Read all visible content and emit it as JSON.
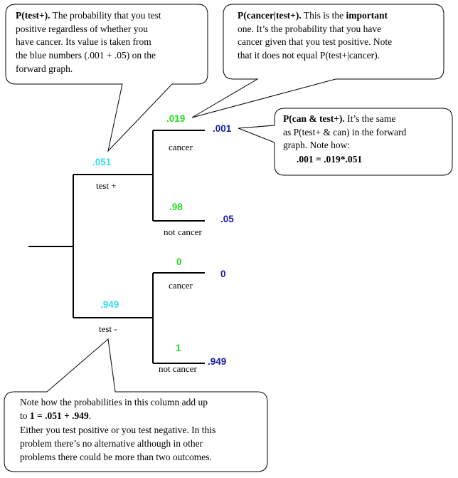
{
  "callouts": {
    "test_pos": {
      "bold": "P(test+).",
      "line1": " The probability that you test",
      "line2": "positive regardless of whether you",
      "line3": "have cancer. Its value is taken from",
      "line4": "the blue numbers (.001 + .05) on the",
      "line5": "forward graph."
    },
    "cancer_given": {
      "bold1": "P(cancer|test+).",
      "line1a": " This is the ",
      "bold2": "important",
      "line2": "one. It’s the probability that you have",
      "line3": "cancer given that you test positive. Note",
      "line4": "that it does not equal P(test+|cancer)."
    },
    "can_and_test": {
      "bold": "P(can & test+).",
      "line1": " It’s the same",
      "line2": "as P(test+ & can) in the forward",
      "line3": "graph. Note how:",
      "equation": ".001 = .019*.051"
    },
    "column_sum": {
      "line1": "Note how the probabilities in this column add up",
      "line2a": "to ",
      "bold": "1 = .051 + .949",
      "line2b": ".",
      "line3": "Either you test positive or you test negative. In this",
      "line4": "problem there’s no alternative although in other",
      "line5": "problems there could be more than two outcomes."
    }
  },
  "tree": {
    "test_pos": {
      "label": "test +",
      "prob": ".051"
    },
    "test_neg": {
      "label": "test -",
      "prob": ".949"
    },
    "pos_cancer": {
      "label": "cancer",
      "cond_prob": ".019",
      "joint_prob": ".001"
    },
    "pos_not_cancer": {
      "label": "not cancer",
      "cond_prob": ".98",
      "joint_prob": ".05"
    },
    "neg_cancer": {
      "label": "cancer",
      "cond_prob": "0",
      "joint_prob": "0"
    },
    "neg_not_cancer": {
      "label": "not cancer",
      "cond_prob": "1",
      "joint_prob": ".949"
    }
  },
  "colors": {
    "first_level_prob": "#33ddee",
    "conditional_prob": "#22dd22",
    "joint_prob": "#1a1aa8"
  }
}
